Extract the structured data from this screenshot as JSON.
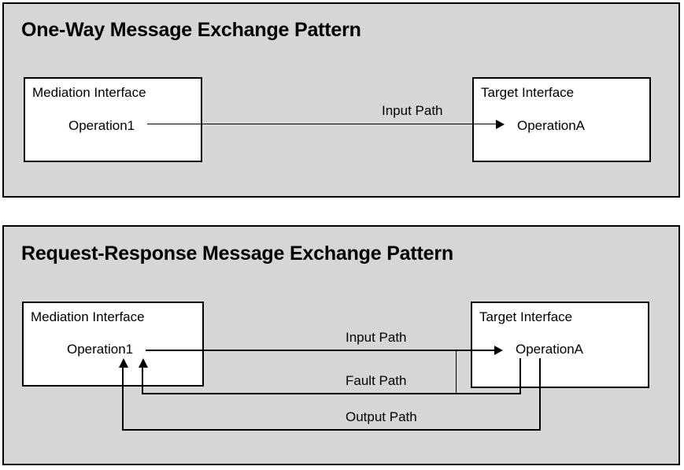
{
  "diagram": {
    "background_color": "#ffffff",
    "panel_color": "#d6d6d6",
    "box_color": "#ffffff",
    "line_color": "#000000"
  },
  "panels": [
    {
      "id": "one-way",
      "title": "One-Way Message Exchange Pattern",
      "boxes": [
        {
          "id": "mediation",
          "title": "Mediation Interface",
          "operation": "Operation1"
        },
        {
          "id": "target",
          "title": "Target Interface",
          "operation": "OperationA"
        }
      ],
      "paths": [
        {
          "id": "input",
          "label": "Input Path",
          "direction": "mediation-to-target"
        }
      ]
    },
    {
      "id": "request-response",
      "title": "Request-Response Message Exchange Pattern",
      "boxes": [
        {
          "id": "mediation",
          "title": "Mediation Interface",
          "operation": "Operation1"
        },
        {
          "id": "target",
          "title": "Target Interface",
          "operation": "OperationA"
        }
      ],
      "paths": [
        {
          "id": "input",
          "label": "Input Path",
          "direction": "mediation-to-target"
        },
        {
          "id": "fault",
          "label": "Fault Path",
          "direction": "target-to-mediation"
        },
        {
          "id": "output",
          "label": "Output Path",
          "direction": "target-to-mediation"
        }
      ]
    }
  ]
}
